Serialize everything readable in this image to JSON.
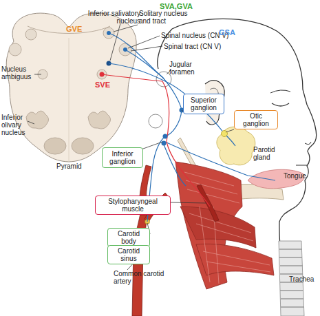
{
  "diagram": {
    "nodes": [
      {
        "text": [
          "Superior ganglion"
        ]
      },
      {
        "text": [
          "Otic ganglion"
        ]
      },
      {
        "text": [
          "Inferior ganglion"
        ]
      },
      {
        "text": [
          "Stylopharyngeal muscle"
        ]
      },
      {
        "text": [
          "Carotid body"
        ]
      },
      {
        "text": [
          "Carotid sinus"
        ]
      }
    ],
    "labels": [
      "SVA,GVA",
      "Solitary nucleus and tract",
      "Inferior salivatory nucleus",
      "GVE",
      "Spinal nucleus (CN V)",
      "GSA",
      "Spinal tract (CN V)",
      "SVE",
      "Nucleus ambiguus",
      "Jugular foramen",
      "Inferior olivary nucleus",
      "Parotid gland",
      "Tongue",
      "Pyramid",
      "Common carotid artery",
      "Trachea"
    ]
  }
}
